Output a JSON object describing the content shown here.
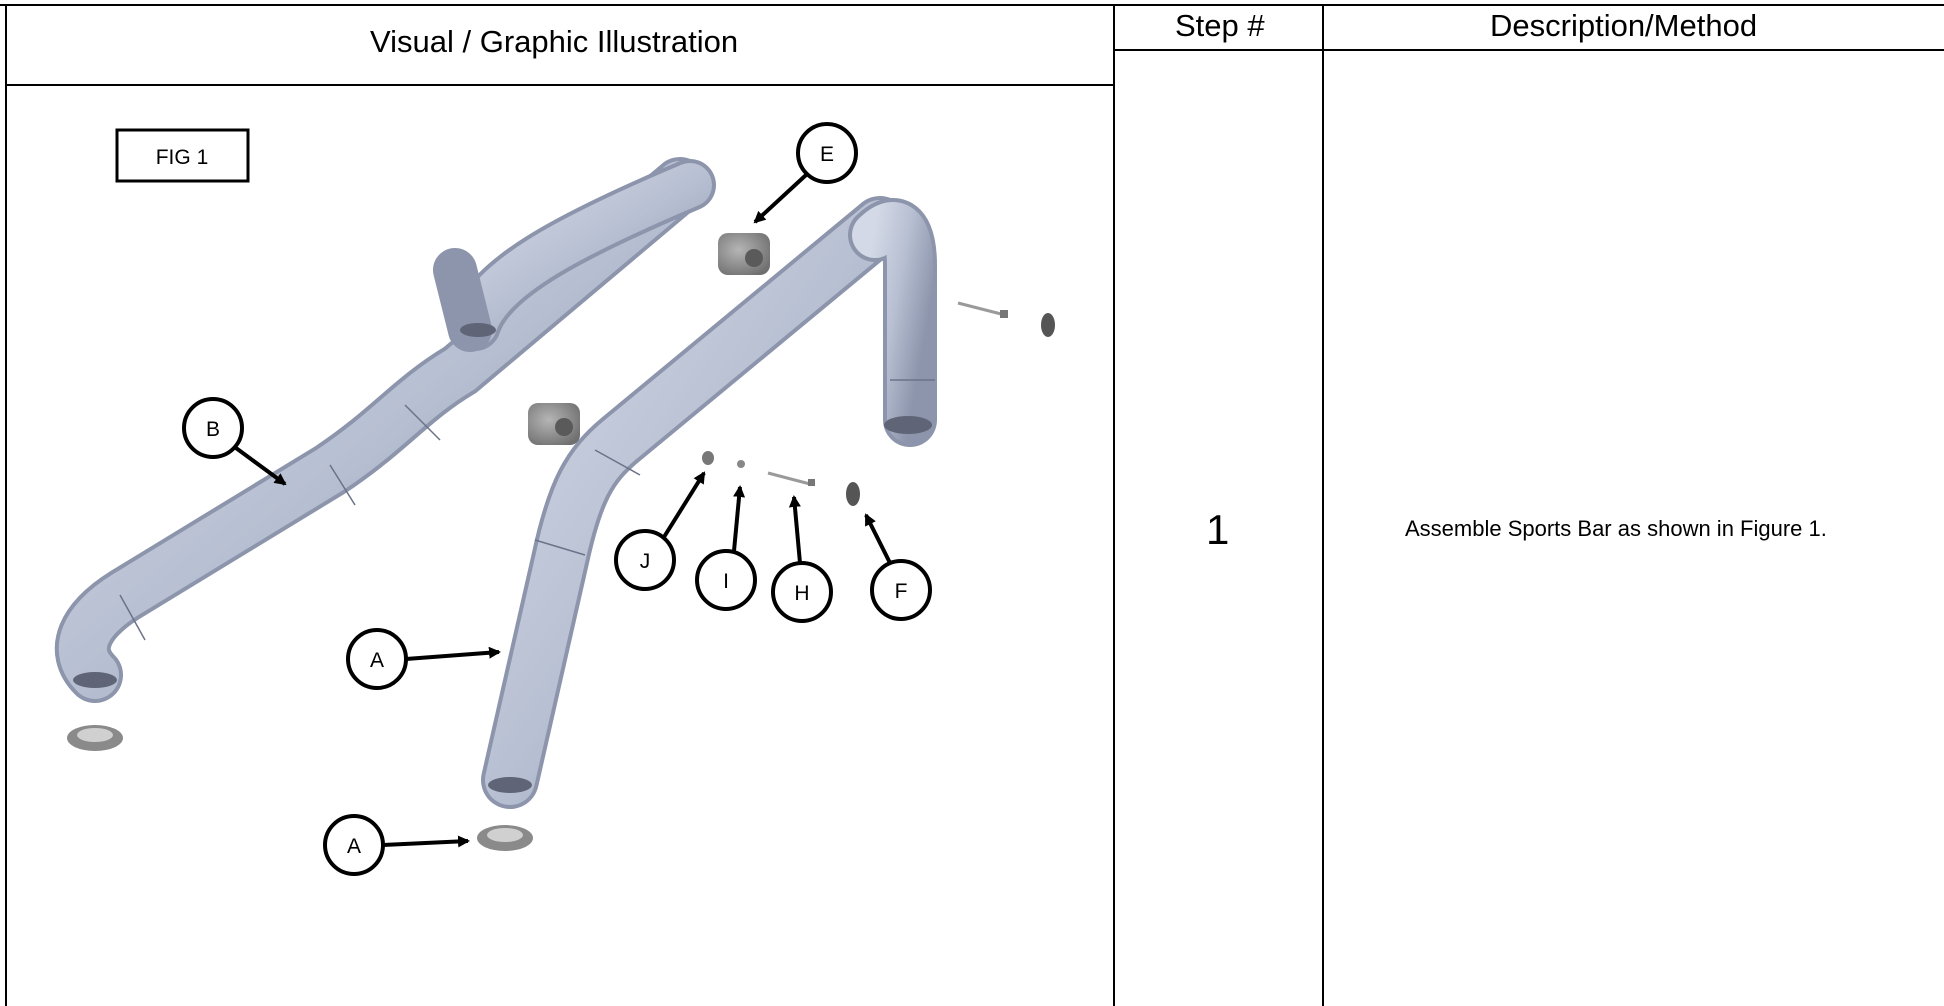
{
  "table": {
    "headers": {
      "visual": "Visual / Graphic Illustration",
      "step": "Step #",
      "description": "Description/Method"
    },
    "rows": [
      {
        "step": "1",
        "description": "Assemble Sports Bar as shown in Figure 1."
      }
    ]
  },
  "figure": {
    "label": "FIG 1",
    "callouts": {
      "E": "E",
      "B": "B",
      "J": "J",
      "I": "I",
      "H": "H",
      "F": "F",
      "A_upper": "A",
      "A_lower": "A"
    }
  },
  "colors": {
    "tube": "#b7bfd2",
    "tube_shadow": "#8c95ab",
    "part_gray": "#8a8a8a",
    "line": "#000000"
  }
}
